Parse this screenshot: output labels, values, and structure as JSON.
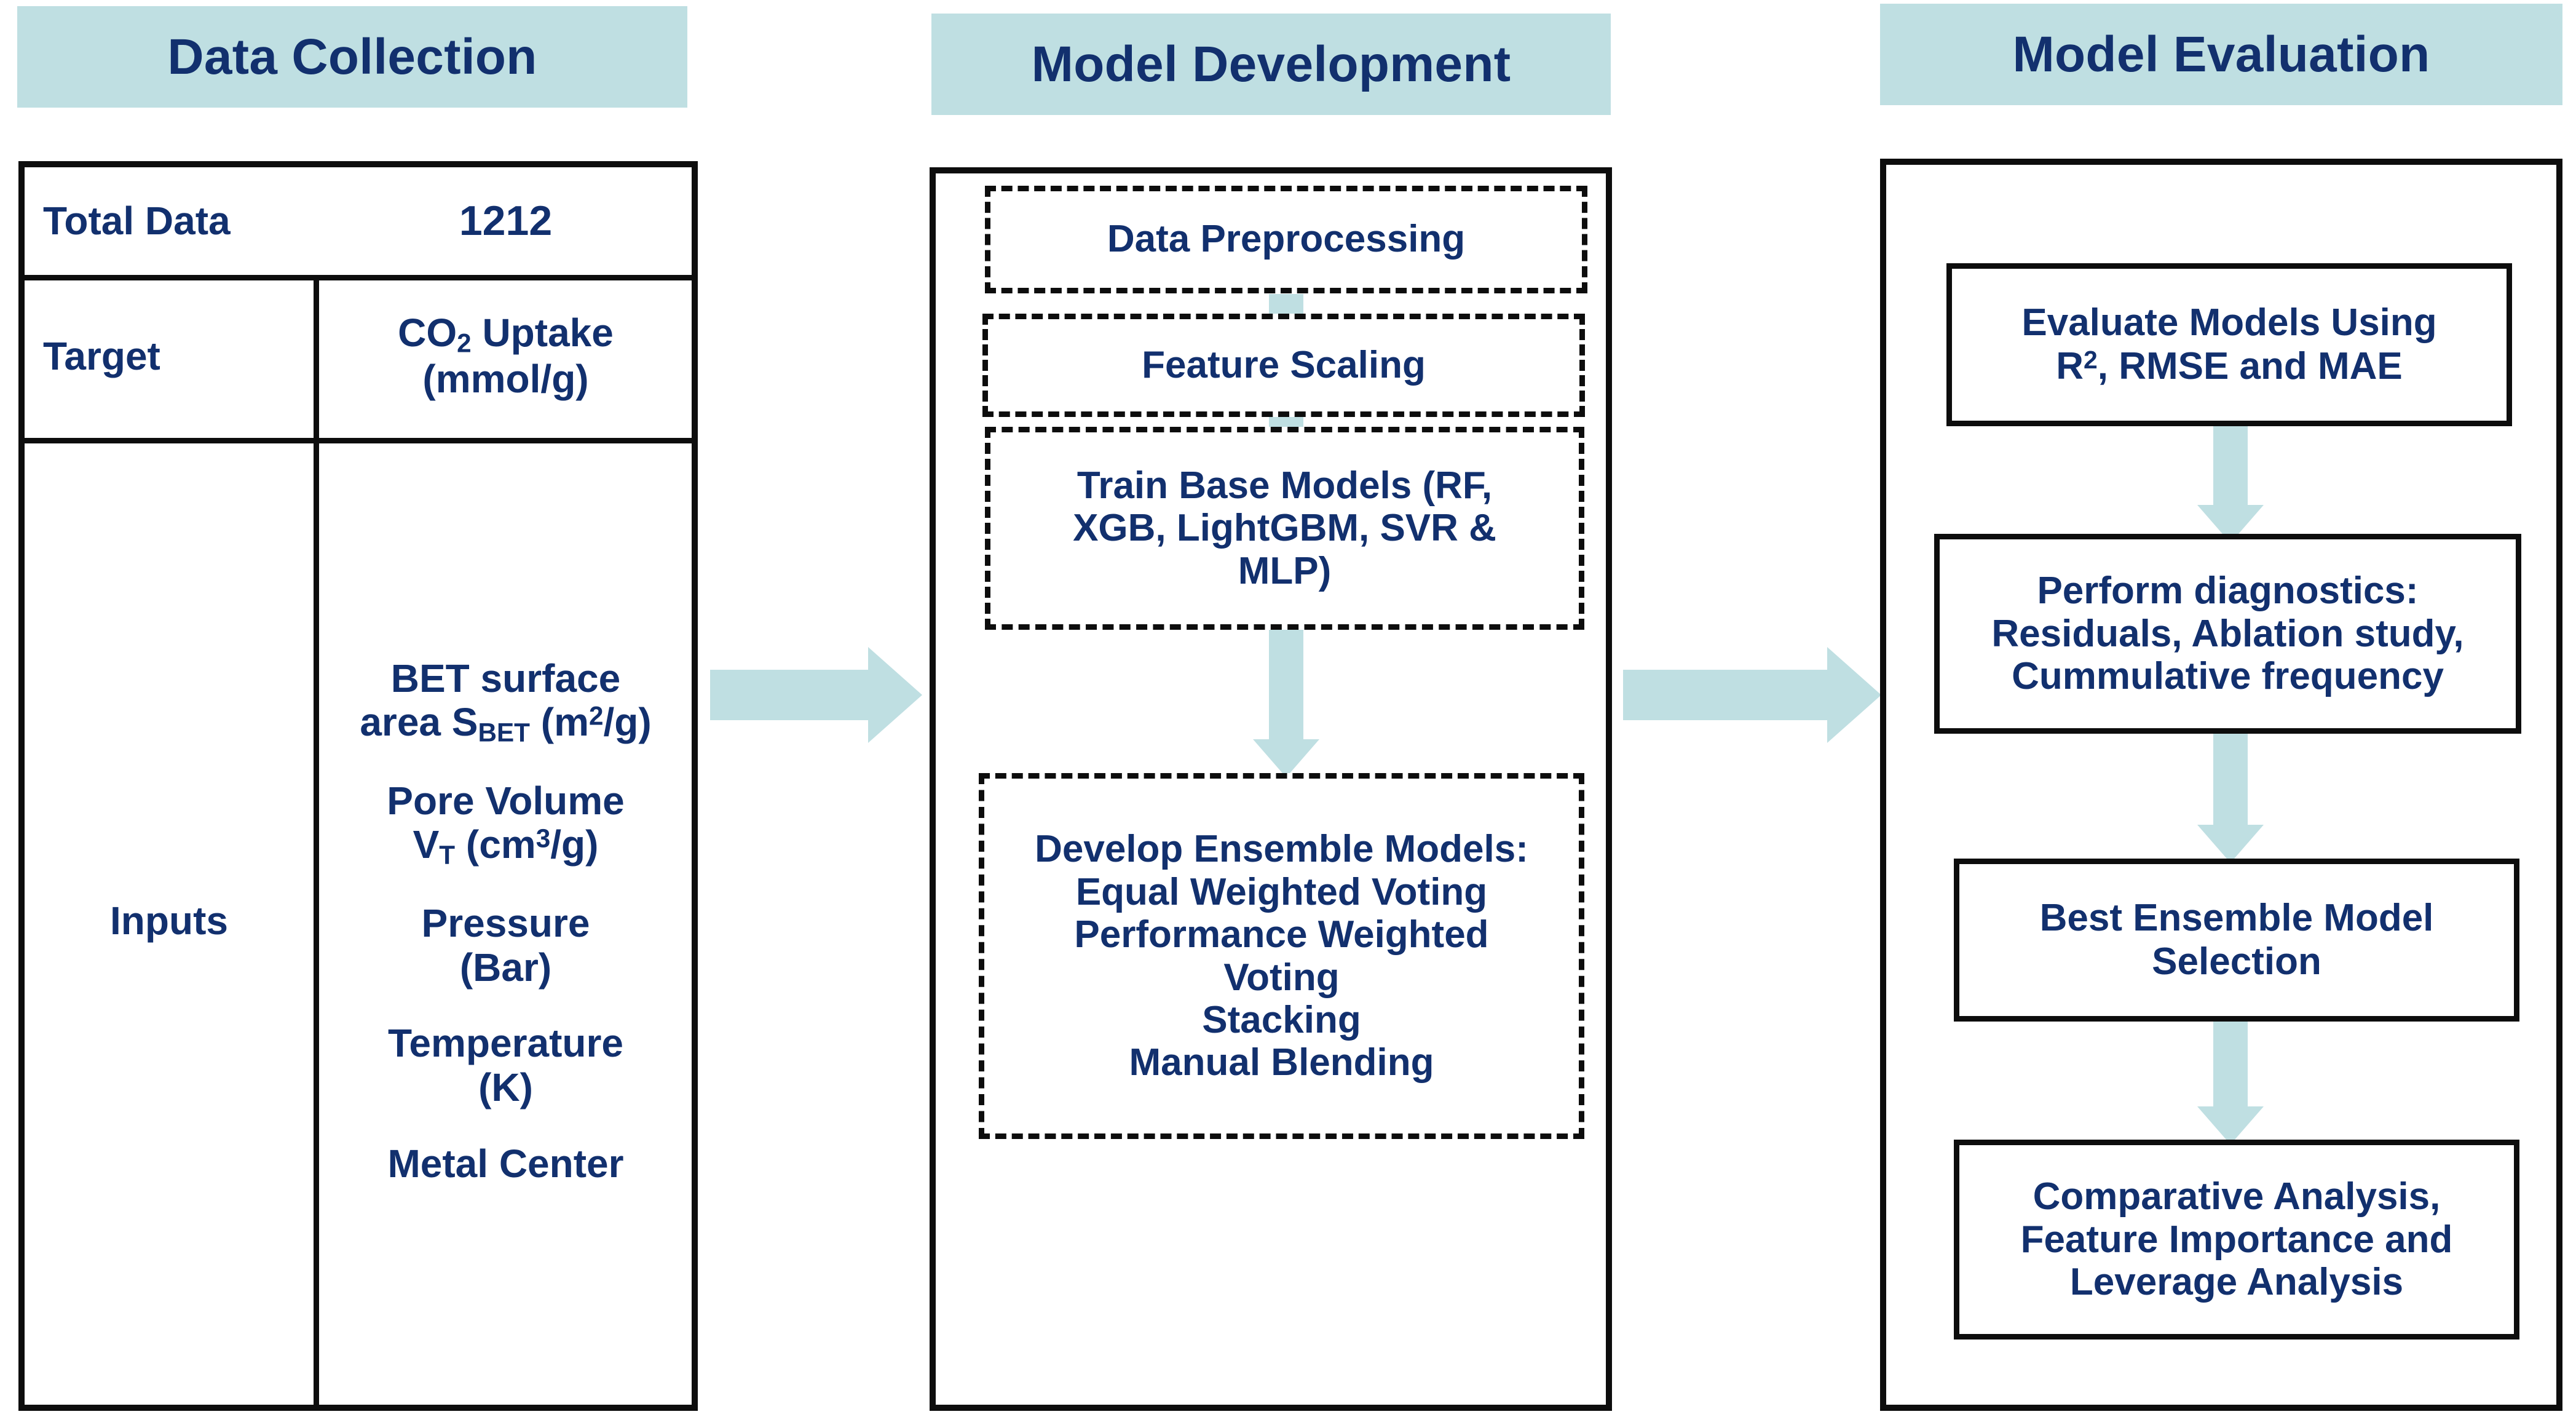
{
  "colors": {
    "header_band": "#bfdfe2",
    "arrow": "#bfdfe2",
    "text_blue": "#12306e",
    "border_black": "#0d0d0d",
    "background": "#ffffff"
  },
  "columns": [
    {
      "id": "data-collection",
      "title": "Data Collection",
      "table": {
        "rows": [
          {
            "label": "Total Data",
            "value": "1212"
          },
          {
            "label": "Target",
            "value_lines": [
              "CO2 Uptake",
              "(mmol/g)"
            ]
          },
          {
            "label": "Inputs",
            "value_items": [
              "BET surface area SBET (m2/g)",
              "Pore Volume VT (cm3/g)",
              "Pressure (Bar)",
              "Temperature (K)",
              "Metal Center"
            ]
          }
        ]
      }
    },
    {
      "id": "model-development",
      "title": "Model Development",
      "steps": [
        {
          "id": "data-preprocessing",
          "style": "dashed",
          "lines": [
            "Data Preprocessing"
          ]
        },
        {
          "id": "feature-scaling",
          "style": "dashed",
          "lines": [
            "Feature Scaling"
          ]
        },
        {
          "id": "train-base-models",
          "style": "dashed",
          "lines": [
            "Train Base Models (RF,",
            "XGB, LightGBM, SVR &",
            "MLP)"
          ]
        },
        {
          "id": "develop-ensemble-models",
          "style": "dashed",
          "lines": [
            "Develop Ensemble Models:",
            "Equal Weighted Voting",
            "Performance Weighted",
            "Voting",
            "Stacking",
            "Manual Blending"
          ]
        }
      ]
    },
    {
      "id": "model-evaluation",
      "title": "Model Evaluation",
      "steps": [
        {
          "id": "evaluate-models",
          "style": "solid",
          "lines": [
            "Evaluate Models Using",
            "R2, RMSE and MAE"
          ]
        },
        {
          "id": "perform-diagnostics",
          "style": "solid",
          "lines": [
            "Perform diagnostics:",
            "Residuals, Ablation study,",
            "Cummulative frequency"
          ]
        },
        {
          "id": "best-ensemble-selection",
          "style": "solid",
          "lines": [
            "Best Ensemble Model",
            "Selection"
          ]
        },
        {
          "id": "comparative-analysis",
          "style": "solid",
          "lines": [
            "Comparative Analysis,",
            "Feature Importance and",
            "Leverage Analysis"
          ]
        }
      ]
    }
  ],
  "connectors": {
    "stage_arrow_1": "arrow-right",
    "stage_arrow_2": "arrow-right",
    "flow_arrow": "arrow-down"
  }
}
